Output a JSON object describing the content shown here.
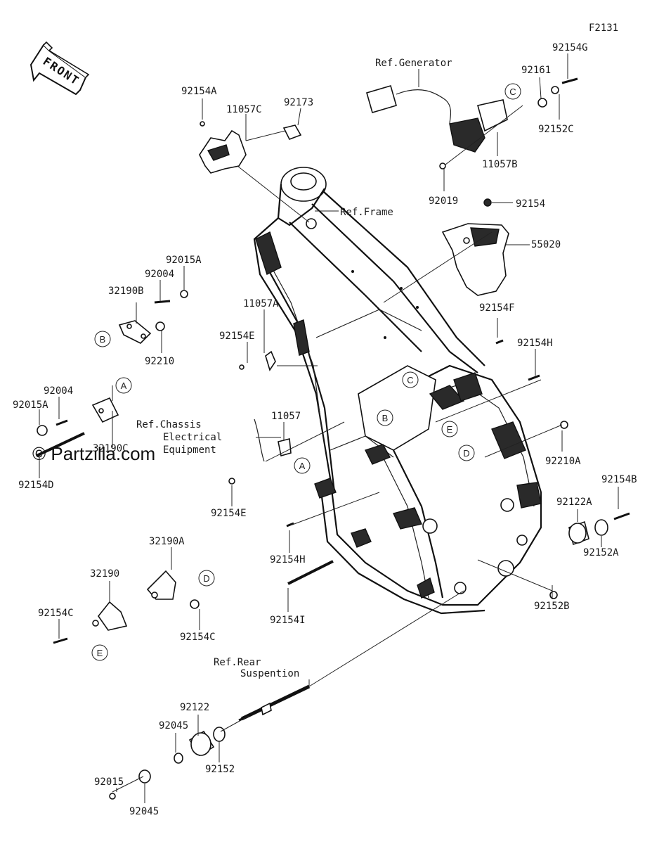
{
  "figure_code": "F2131",
  "front_label": "FRONT",
  "watermark": "© Partzilla.com",
  "references": {
    "generator": "Ref.Generator",
    "frame": "Ref.Frame",
    "chassis_1": "Ref.Chassis",
    "chassis_2": "Electrical",
    "chassis_3": "Equipment",
    "rear_1": "Ref.Rear",
    "rear_2": "Suspention"
  },
  "part_numbers": {
    "p92154A": "92154A",
    "p11057C": "11057C",
    "p92173": "92173",
    "p92154G": "92154G",
    "p92161": "92161",
    "p92152C": "92152C",
    "p11057B": "11057B",
    "p92019": "92019",
    "p92154": "92154",
    "p55020": "55020",
    "p92015A_top": "92015A",
    "p92004_top": "92004",
    "p32190B": "32190B",
    "p92210": "92210",
    "p11057A": "11057A",
    "p92154E_top": "92154E",
    "p92154F": "92154F",
    "p92154H_right": "92154H",
    "p92004_left": "92004",
    "p92015A_left": "92015A",
    "p32190C": "32190C",
    "p92154D": "92154D",
    "p11057": "11057",
    "p92154E_bottom": "92154E",
    "p92210A": "92210A",
    "p92154B": "92154B",
    "p92122A": "92122A",
    "p92152A": "92152A",
    "p92152B": "92152B",
    "p92154H_bottom": "92154H",
    "p92154I": "92154I",
    "p32190A": "32190A",
    "p32190": "32190",
    "p92154C_left": "92154C",
    "p92154C_mid": "92154C",
    "p92122": "92122",
    "p92045_top": "92045",
    "p92152": "92152",
    "p92015": "92015",
    "p92045_bottom": "92045"
  },
  "circle_refs": {
    "A": "A",
    "B": "B",
    "C": "C",
    "D": "D",
    "E": "E"
  }
}
